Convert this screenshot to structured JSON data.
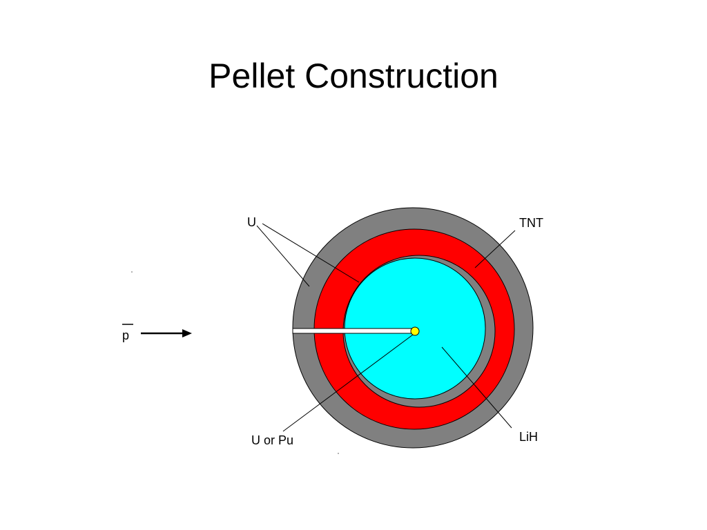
{
  "slide": {
    "title": "Pellet Construction"
  },
  "diagram": {
    "labels": {
      "outer_shell": "U",
      "explosive_layer": "TNT",
      "core_sphere": "LiH",
      "center": "U or Pu",
      "projectile": "p"
    },
    "colors": {
      "uranium_shell": "#808080",
      "tnt_layer": "#ff0000",
      "lih_core": "#00ffff",
      "center_dot": "#ffff00",
      "channel": "#ffffff",
      "outline": "#000000"
    }
  }
}
